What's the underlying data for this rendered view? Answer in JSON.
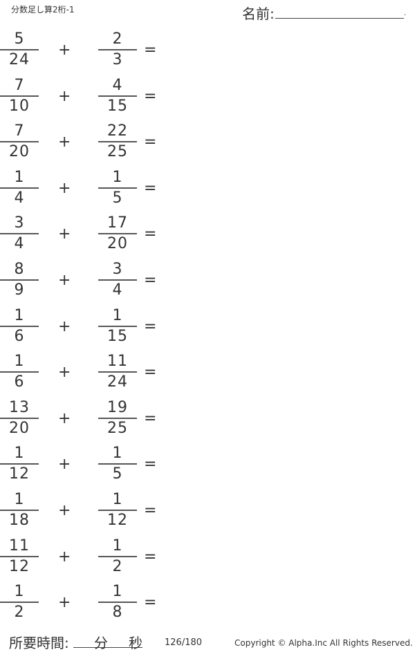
{
  "header": {
    "title": "分数足し算2桁-1",
    "name_label": "名前:",
    "name_end": "."
  },
  "operator_plus": "+",
  "operator_equals": "=",
  "problems": [
    {
      "a": {
        "num": "5",
        "den": "24"
      },
      "b": {
        "num": "2",
        "den": "3"
      }
    },
    {
      "a": {
        "num": "7",
        "den": "10"
      },
      "b": {
        "num": "4",
        "den": "15"
      }
    },
    {
      "a": {
        "num": "7",
        "den": "20"
      },
      "b": {
        "num": "22",
        "den": "25"
      }
    },
    {
      "a": {
        "num": "1",
        "den": "4"
      },
      "b": {
        "num": "1",
        "den": "5"
      }
    },
    {
      "a": {
        "num": "3",
        "den": "4"
      },
      "b": {
        "num": "17",
        "den": "20"
      }
    },
    {
      "a": {
        "num": "8",
        "den": "9"
      },
      "b": {
        "num": "3",
        "den": "4"
      }
    },
    {
      "a": {
        "num": "1",
        "den": "6"
      },
      "b": {
        "num": "1",
        "den": "15"
      }
    },
    {
      "a": {
        "num": "1",
        "den": "6"
      },
      "b": {
        "num": "11",
        "den": "24"
      }
    },
    {
      "a": {
        "num": "13",
        "den": "20"
      },
      "b": {
        "num": "19",
        "den": "25"
      }
    },
    {
      "a": {
        "num": "1",
        "den": "12"
      },
      "b": {
        "num": "1",
        "den": "5"
      }
    },
    {
      "a": {
        "num": "1",
        "den": "18"
      },
      "b": {
        "num": "1",
        "den": "12"
      }
    },
    {
      "a": {
        "num": "11",
        "den": "12"
      },
      "b": {
        "num": "1",
        "den": "2"
      }
    },
    {
      "a": {
        "num": "1",
        "den": "2"
      },
      "b": {
        "num": "1",
        "den": "8"
      }
    }
  ],
  "footer": {
    "time_label": "所要時間:",
    "minutes_unit": "分",
    "seconds_unit": "秒",
    "page": "126/180",
    "copyright": "Copyright ©  Alpha.Inc All Rights Reserved."
  }
}
